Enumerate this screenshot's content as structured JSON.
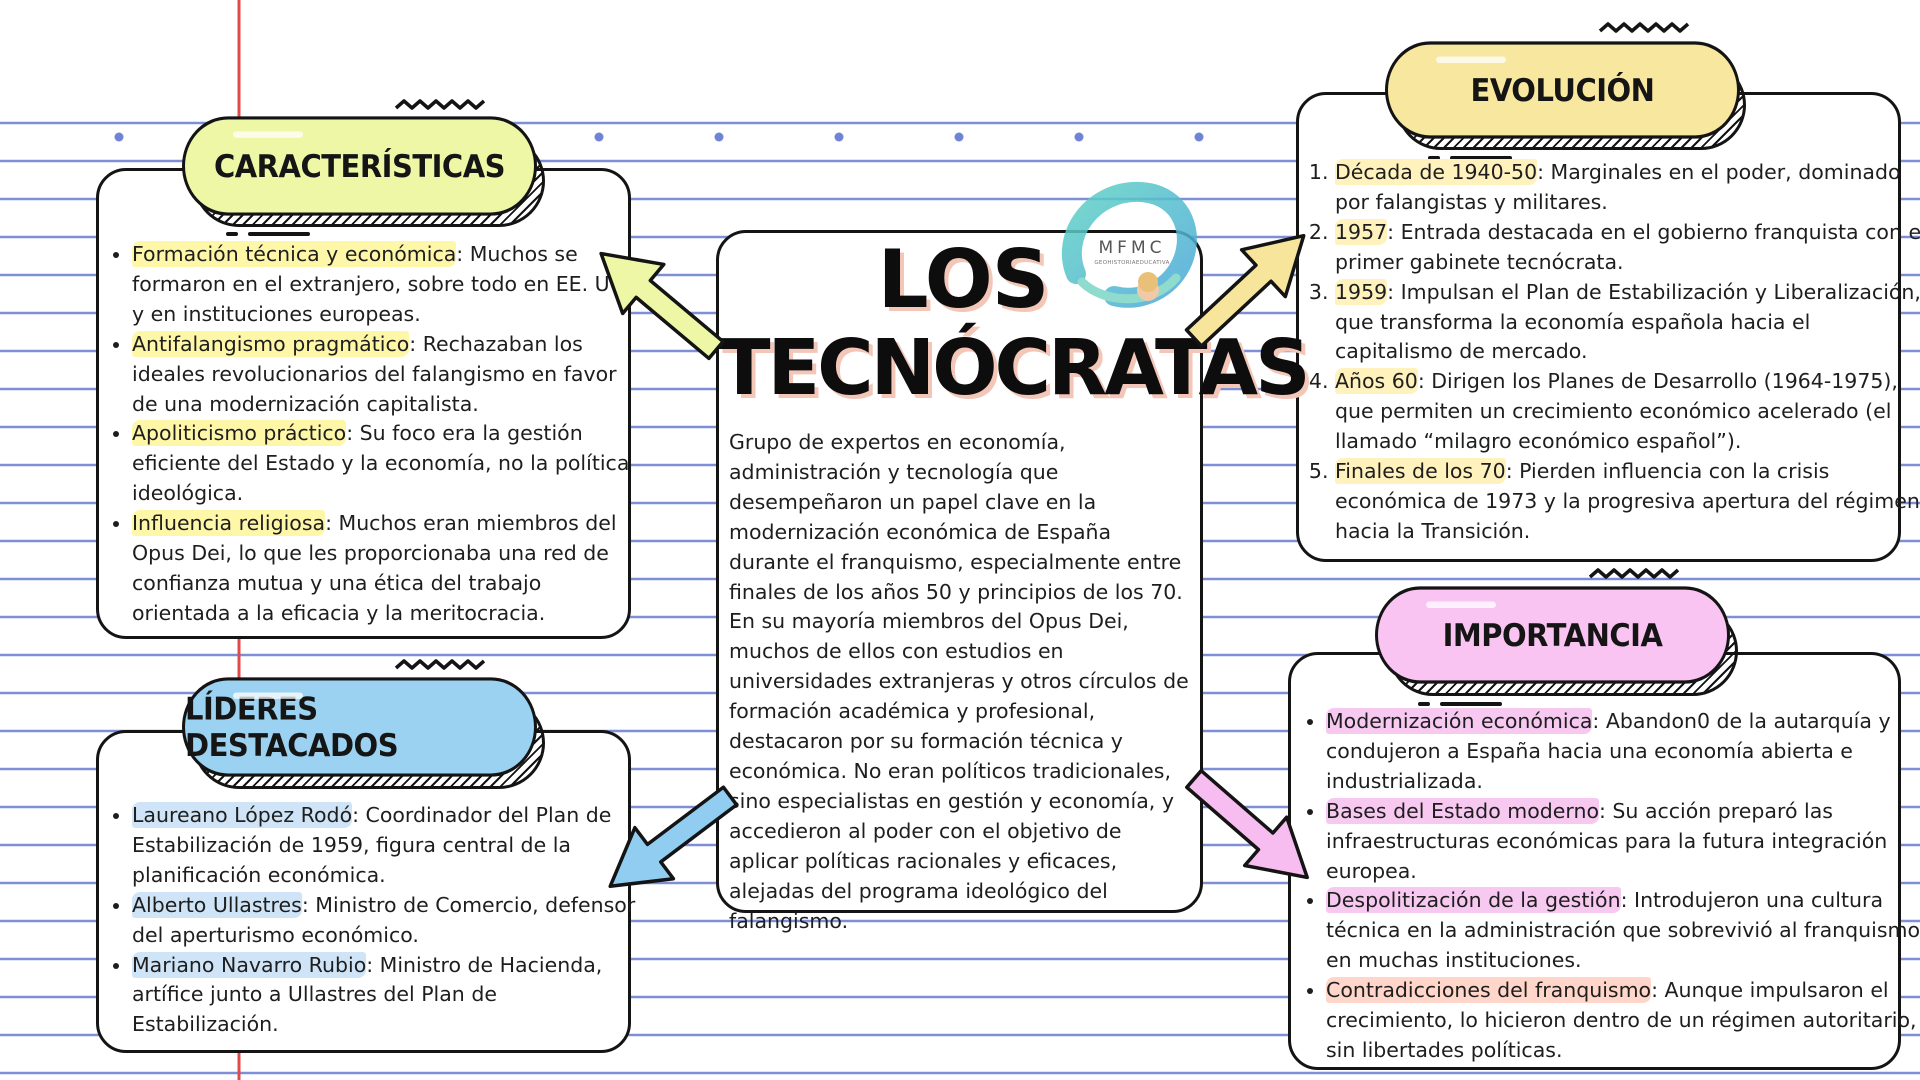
{
  "title": {
    "line1": "LOS",
    "line2": "TECNÓCRATAS"
  },
  "logo": {
    "initials": "MFMC",
    "caption": "GEOHISTORIAEDUCATIVA"
  },
  "intro": {
    "paragraph1": "Grupo de expertos en economía, administración y tecnología que desempeñaron un papel clave en la modernización económica de España durante el franquismo, especialmente entre finales de los años 50 y principios de los 70.",
    "paragraph2": "En su mayoría miembros del Opus Dei, muchos de ellos con estudios en universidades extranjeras y otros círculos de formación académica y profesional, destacaron por su formación técnica y económica. No eran políticos tradicionales, sino especialistas en gestión y economía, y accedieron al poder con el objetivo de aplicar políticas racionales y eficaces, alejadas del programa ideológico del falangismo."
  },
  "caracteristicas": {
    "heading": "CARACTERÍSTICAS",
    "items": [
      {
        "term": "Formación técnica y económica",
        "text": ": Muchos se formaron en el extranjero, sobre todo en EE. UU. y en instituciones europeas."
      },
      {
        "term": "Antifalangismo pragmático",
        "text": ": Rechazaban los ideales revolucionarios del falangismo en favor de una modernización capitalista."
      },
      {
        "term": "Apoliticismo práctico",
        "text": ": Su foco era la gestión eficiente del Estado y la economía, no la política ideológica."
      },
      {
        "term": "Influencia religiosa",
        "text": ": Muchos eran miembros del Opus Dei, lo que les proporcionaba una red de confianza mutua y una ética del trabajo orientada a la eficacia y la meritocracia."
      }
    ]
  },
  "lideres": {
    "heading": "LÍDERES DESTACADOS",
    "items": [
      {
        "term": "Laureano López Rodó",
        "text": ": Coordinador del Plan de Estabilización de 1959, figura central de la planificación económica."
      },
      {
        "term": "Alberto Ullastres",
        "text": ": Ministro de Comercio, defensor del aperturismo económico."
      },
      {
        "term": "Mariano Navarro Rubio",
        "text": ": Ministro de Hacienda, artífice junto a Ullastres del Plan de Estabilización."
      }
    ]
  },
  "evolucion": {
    "heading": "EVOLUCIÓN",
    "items": [
      {
        "term": "Década de 1940-50",
        "text": ": Marginales en el poder, dominado por falangistas y militares."
      },
      {
        "term": "1957",
        "text": ": Entrada destacada en el gobierno franquista con el primer gabinete tecnócrata."
      },
      {
        "term": "1959",
        "text": ": Impulsan el Plan de Estabilización y Liberalización, que transforma la economía española hacia el capitalismo de mercado."
      },
      {
        "term": "Años 60",
        "text": ": Dirigen los Planes de Desarrollo (1964-1975), que permiten un crecimiento económico acelerado (el llamado “milagro económico español”)."
      },
      {
        "term": "Finales de los 70",
        "text": ": Pierden influencia con la crisis económica de 1973 y la progresiva apertura del régimen hacia la Transición."
      }
    ]
  },
  "importancia": {
    "heading": "IMPORTANCIA",
    "items": [
      {
        "term": "Modernización económica",
        "text": ": Abandon0 de la autarquía y condujeron a España hacia una economía abierta e industrializada."
      },
      {
        "term": "Bases del Estado moderno",
        "text": ": Su acción preparó las infraestructuras económicas para la futura integración europea."
      },
      {
        "term": "Despolitización de la gestión",
        "text": ": Introdujeron una cultura técnica en la administración que sobrevivió al franquismo en muchas instituciones."
      },
      {
        "term": "Contradicciones del franquismo",
        "text": ": Aunque impulsaron el crecimiento, lo hicieron dentro de un régimen autoritario, sin libertades políticas."
      }
    ]
  },
  "colors": {
    "caracteristicas": "#eef7a6",
    "lideres": "#9bd1f1",
    "evolucion": "#f8e79e",
    "importancia": "#f9c3f2",
    "arrow_green": "#eef7a6",
    "arrow_blue": "#91cdf1",
    "arrow_yellow": "#f8e59c",
    "arrow_pink": "#f7bdf0",
    "notebook_lines": "#7e8fd8",
    "margin_line": "#e04a4a"
  }
}
